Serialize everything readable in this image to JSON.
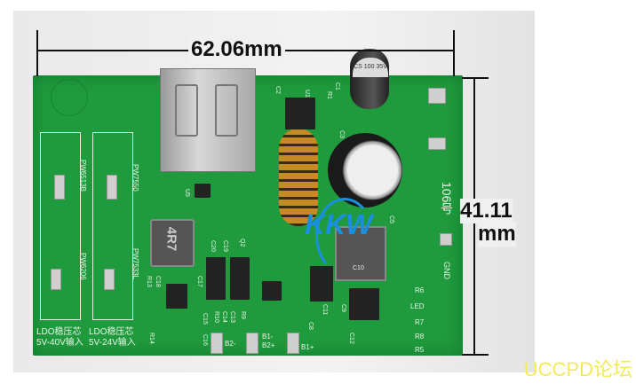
{
  "dimensions": {
    "width": "62.06mm",
    "height_value": "41.11",
    "height_unit": "mm"
  },
  "board": {
    "ldo_left": {
      "line1": "LDO稳压芯",
      "line2": "5V-40V输入",
      "part_top": "PW6513B",
      "part_bottom": "PW6206"
    },
    "ldo_right": {
      "line1": "LDO稳压芯",
      "line2": "5V-24V输入",
      "part_top": "PW7550",
      "part_bottom": "PW7533L"
    },
    "inductor_label": "4R7",
    "capacitor_label": "CS 100 35V",
    "board_number": "106号",
    "gnd_label": "GND",
    "logo_text": "KKW",
    "pads": [
      "B2-",
      "B1-",
      "B2+",
      "B1+"
    ],
    "resistors": [
      "R6",
      "LED",
      "R7",
      "R8",
      "R5"
    ],
    "components": [
      "U1",
      "C1",
      "R1",
      "C2",
      "C3",
      "U5",
      "C20",
      "C19",
      "Q2",
      "C5",
      "C10",
      "C11",
      "C9",
      "C8",
      "C12",
      "C16",
      "C15",
      "R10",
      "C14",
      "C13",
      "R9",
      "R13",
      "C18",
      "C17",
      "R14"
    ]
  },
  "watermark": "UCCPD论坛",
  "colors": {
    "pcb": "#1f9a3c",
    "silkscreen": "#e8f5e9",
    "logo": "#1a8fe0",
    "watermark": "#f3ea5a"
  }
}
